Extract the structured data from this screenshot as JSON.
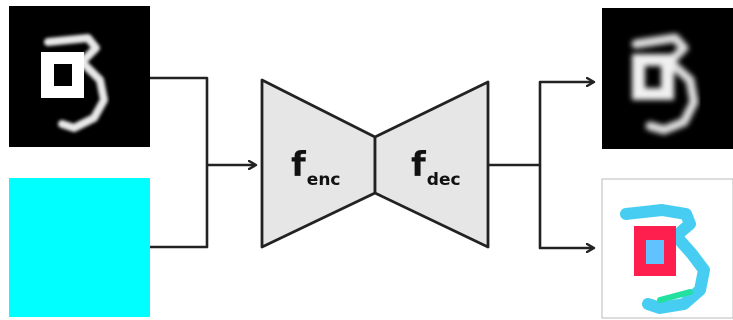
{
  "encoder": {
    "symbol": "f",
    "subscript": "enc"
  },
  "decoder": {
    "symbol": "f",
    "subscript": "dec"
  },
  "colors": {
    "line": "#222222",
    "block_fill": "#e6e6e6",
    "mask_fill": "#00ffff",
    "digit_background": "#000000",
    "stroke_gray": "#d8d8d8",
    "recon_red": "#ff1f4f",
    "recon_cyan": "#33c8f0"
  },
  "icons": {
    "input_image": "digit-3-with-square-patch-image",
    "input_mask": "cyan-mask-image",
    "output_image": "reconstructed-digit-image",
    "output_map": "colored-error-map-image"
  }
}
